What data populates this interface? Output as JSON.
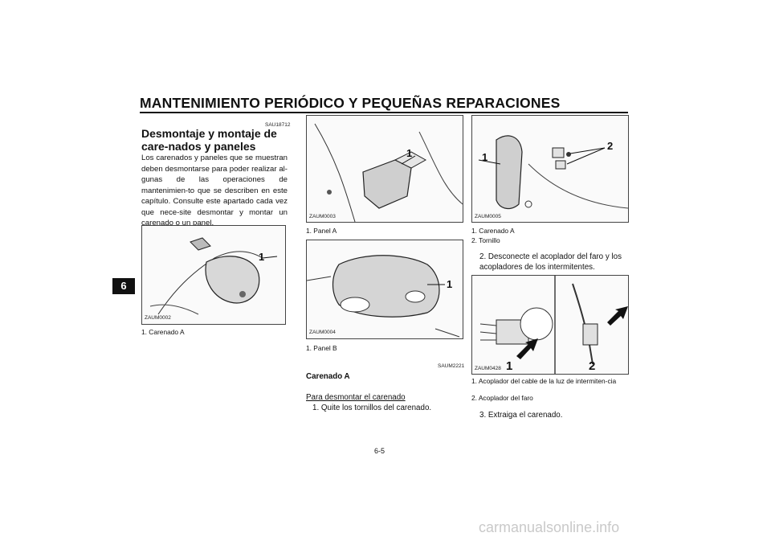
{
  "header": {
    "title": "MANTENIMIENTO PERIÓDICO Y PEQUEÑAS REPARACIONES"
  },
  "chapter_tab": "6",
  "section": {
    "code": "SAU18712",
    "title": "Desmontaje y montaje de care-nados y paneles",
    "body": "Los carenados y paneles que se muestran deben desmontarse para poder realizar al-gunas de las operaciones de mantenimien-to que se describen en este capítulo. Consulte este apartado cada vez que nece-site desmontar y montar un carenado o un panel."
  },
  "figures": {
    "fig1": {
      "code": "ZAUM0002",
      "callout": "1",
      "captions": [
        "1. Carenado A"
      ]
    },
    "fig2": {
      "code": "ZAUM0003",
      "callout": "1",
      "captions": [
        "1. Panel A"
      ]
    },
    "fig3": {
      "code": "ZAUM0004",
      "callout": "1",
      "captions": [
        "1. Panel B"
      ]
    },
    "fig4": {
      "code": "ZAUM0005",
      "callout1": "1",
      "callout2": "2",
      "captions": [
        "1. Carenado A",
        "2. Tornillo"
      ]
    },
    "fig5": {
      "code": "ZAUM0428",
      "callout1": "1",
      "callout2": "2",
      "captions": [
        "1. Acoplador del cable de la luz de intermiten-cia",
        "2. Acoplador del faro"
      ]
    }
  },
  "carenado_a": {
    "code": "SAUM2221",
    "title": "Carenado A",
    "remove_heading": "Para desmontar el carenado",
    "step1": "1. Quite los tornillos del carenado."
  },
  "right_steps": {
    "step2": "2. Desconecte el acoplador del faro y los acopladores de los intermitentes.",
    "step3": "3. Extraiga el carenado."
  },
  "page_number": "6-5",
  "watermark": "carmanualsonline.info"
}
